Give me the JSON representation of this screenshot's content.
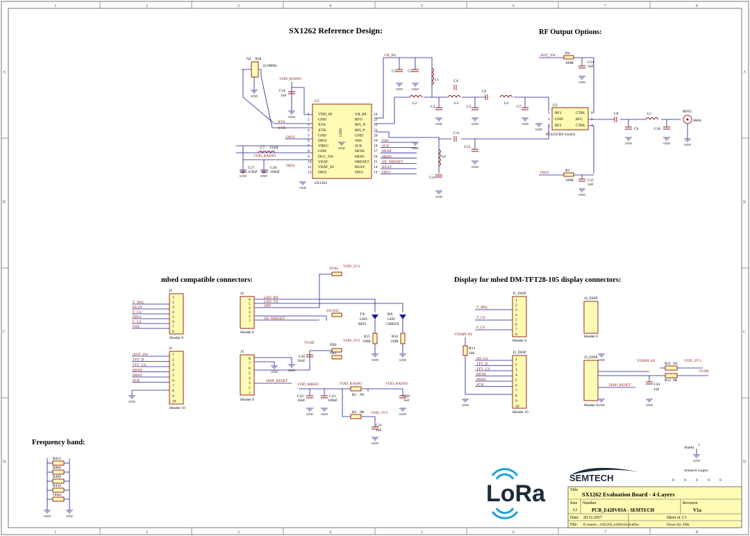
{
  "sections": {
    "reference_design": "SX1262 Reference Design:",
    "rf_output": "RF Output Options:",
    "mbed_connectors": "mbed compatible connectors:",
    "display_connectors": "Display for mbed DM-TFT28-105 display connectors:",
    "frequency_band": "Frequency band:"
  },
  "zones": {
    "columns": [
      "1",
      "2",
      "3",
      "4",
      "5",
      "6",
      "7",
      "8"
    ],
    "rows": [
      "A",
      "B",
      "C",
      "D"
    ]
  },
  "sx1262": {
    "ref": "U1",
    "name": "SX1262",
    "left_pins": [
      "VDD_IN",
      "GND",
      "XTA",
      "XTB",
      "GND",
      "DIO3",
      "VREG",
      "GND",
      "DCC_SW",
      "VBAT",
      "VBAT_IO",
      "DIO2"
    ],
    "left_nums": [
      "1",
      "2",
      "3",
      "4",
      "5",
      "6",
      "7",
      "8",
      "9",
      "10",
      "11",
      "12"
    ],
    "right_pins": [
      "VR_PA",
      "RFO",
      "RFI_N",
      "RFI_P",
      "GND",
      "NSS",
      "SCK",
      "MOSI",
      "MISO",
      "NRESET",
      "BUSY",
      "DIO1"
    ],
    "right_nums": [
      "24",
      "23",
      "22",
      "21",
      "20",
      "19",
      "18",
      "17",
      "16",
      "15",
      "14",
      "13"
    ],
    "center_pin": "GND",
    "right_nets": [
      "NSS",
      "SCK",
      "MOSI",
      "MISO",
      "SX_NRESET",
      "BUSY",
      "DIO1"
    ]
  },
  "crystal": {
    "ref": "Q1",
    "name": "Xtal",
    "value": "32.0MHz"
  },
  "ref_nets": [
    "XTA",
    "XTB",
    "DIO3",
    "VDD_RADIO",
    "DIO2",
    "VR_PA"
  ],
  "ref_parts": [
    {
      "ref": "C16",
      "value": "1nF"
    },
    {
      "ref": "L7",
      "value": "15nH"
    },
    {
      "ref": "C17",
      "value": "470nF"
    },
    {
      "ref": "C18",
      "value": "100nF"
    },
    {
      "ref": "C1",
      "value": ""
    },
    {
      "ref": "C2",
      "value": ""
    },
    {
      "ref": "L1",
      "value": ""
    },
    {
      "ref": "L2",
      "value": ""
    },
    {
      "ref": "C3",
      "value": ""
    },
    {
      "ref": "C4",
      "value": ""
    },
    {
      "ref": "L3",
      "value": ""
    },
    {
      "ref": "C5",
      "value": ""
    },
    {
      "ref": "C6",
      "value": ""
    },
    {
      "ref": "L4",
      "value": ""
    },
    {
      "ref": "C7",
      "value": ""
    },
    {
      "ref": "C11",
      "value": ""
    },
    {
      "ref": "C13",
      "value": ""
    },
    {
      "ref": "L6",
      "value": ""
    },
    {
      "ref": "C12",
      "value": ""
    }
  ],
  "rf_switch": {
    "ref": "U2",
    "name": "PE4259 RF Switch",
    "left_pins": [
      "RF1",
      "GND",
      "RF2"
    ],
    "left_nums": [
      "1",
      "2",
      "3"
    ],
    "right_pins": [
      "CTRL",
      "RFC",
      "CTRL"
    ],
    "right_nums": [
      "6",
      "5",
      "4"
    ]
  },
  "rf_parts": [
    {
      "ref": "R4",
      "value": "100R"
    },
    {
      "ref": "C14",
      "value": "1nF"
    },
    {
      "ref": "R3",
      "value": "100R"
    },
    {
      "ref": "C15",
      "value": "1nF"
    },
    {
      "ref": "C8",
      "value": ""
    },
    {
      "ref": "C9",
      "value": ""
    },
    {
      "ref": "L5",
      "value": ""
    },
    {
      "ref": "C10",
      "value": ""
    }
  ],
  "rf_nets": [
    "ANT_SW",
    "DIO2"
  ],
  "connector": {
    "ref": "RFIO",
    "name": "SMA"
  },
  "mbed": {
    "j1": {
      "ref": "J1",
      "caption": "Header 8",
      "nets": [
        "T_IRQ",
        "BUSY",
        "T_CS",
        "DIO1",
        "F_CS",
        "NSS"
      ],
      "nums": [
        "1",
        "2",
        "3",
        "4",
        "5",
        "6",
        "7",
        "8"
      ]
    },
    "j2": {
      "ref": "J2",
      "caption": "Header 10",
      "nets": [
        "ANT_SW",
        "TFT_D",
        "TFT_CS",
        "MOSI",
        "MISO",
        "SCK"
      ],
      "nums": [
        "1",
        "2",
        "3",
        "4",
        "5",
        "6",
        "7",
        "8",
        "9",
        "10"
      ]
    },
    "j4": {
      "ref": "J4",
      "caption": "Header 6",
      "nets": [
        "LED_RX",
        "LED_TX",
        "OPT",
        "",
        "",
        "SX_NRESET"
      ],
      "nums": [
        "6",
        "5",
        "4",
        "3",
        "2",
        "1"
      ]
    },
    "j3": {
      "ref": "J3",
      "caption": "Header 8",
      "nets": [
        "",
        "",
        "",
        "",
        "",
        "",
        "DISP_RESET",
        ""
      ],
      "nums": [
        "8",
        "7",
        "6",
        "5",
        "4",
        "3",
        "2",
        "1"
      ]
    }
  },
  "mbed_parts": [
    {
      "ref": "R15",
      "value": "330R"
    },
    {
      "ref": "R16",
      "value": "330R"
    },
    {
      "ref": "FB0",
      "value": ""
    },
    {
      "ref": "FB1",
      "value": ""
    },
    {
      "ref": "C26",
      "value": "10nF"
    },
    {
      "ref": "C22",
      "value": "10uF"
    },
    {
      "ref": "C23",
      "value": "100nF"
    },
    {
      "ref": "R1",
      "value": "NC"
    },
    {
      "ref": "R2",
      "value": "0R"
    },
    {
      "ref": "C20",
      "value": "1uF"
    },
    {
      "ref": "C21",
      "value": "1uF"
    }
  ],
  "mbed_nets": [
    "XTAL",
    "VDD_3V3",
    "SX1262",
    "VUSB",
    "VDD_3V3",
    "VDD_MBED",
    "VDD_RADIO",
    "VDD_RADIO",
    "VDD_3V3"
  ],
  "leds": [
    {
      "label": "TX",
      "sub": "LED",
      "color": "RED"
    },
    {
      "label": "RX",
      "sub": "LED",
      "color": "GREEN"
    }
  ],
  "display": {
    "j1d": {
      "ref": "J1_DISP",
      "caption": "Header 8",
      "nets": [
        "T_IRQ",
        "T_CS",
        "F_CS"
      ]
    },
    "j2d": {
      "ref": "J2_DISP",
      "caption": "Header 10",
      "nets": [
        "SD_CS",
        "TFT_D",
        "TFT_CS",
        "MOSI",
        "MISO",
        "SCK"
      ]
    },
    "j4d": {
      "ref": "J4_DISP",
      "caption": "Header 6"
    },
    "j3d": {
      "ref": "J3_DISP",
      "caption": "Header 8",
      "nets": [
        "DISP_RESET"
      ]
    }
  },
  "display_parts": [
    {
      "ref": "R13",
      "value": "10k"
    },
    {
      "ref": "R11",
      "value": "NC"
    },
    {
      "ref": "R12",
      "value": "0R"
    },
    {
      "ref": "C24",
      "value": "1uF"
    }
  ],
  "display_nets": [
    "VDISPLAY",
    "VDISPLAY",
    "VDD_3V3",
    "VUSB"
  ],
  "freq_resistors": [
    "R915",
    "R868",
    "R490",
    "R434",
    "Other"
  ],
  "gnd_label": "GND",
  "shield": {
    "ref": "Shield",
    "num": "1"
  },
  "logos": {
    "lora": "LoRa",
    "semtech": "SEMTECH",
    "semtech_logos": "Semtech Logos:",
    "fiducials": [
      "0",
      "0",
      "0",
      "0",
      "0"
    ]
  },
  "titleblock": {
    "title_label": "Title",
    "title": "SX1262 Evaluation Board - 4-Layers",
    "size_label": "Size",
    "size": "A3",
    "number_label": "Number",
    "number": "PCB_E428V03A - SEMTECH",
    "revision_label": "Revision",
    "revision": "V1a",
    "date_label": "Date:",
    "date": "20.12.2017",
    "sheet": "Sheet    of 1/1",
    "file_label": "File:",
    "file": "K:\\smern\\...\\SX1262_e428v03a.SchDoc",
    "drawn": "Drawn By: EMr"
  }
}
